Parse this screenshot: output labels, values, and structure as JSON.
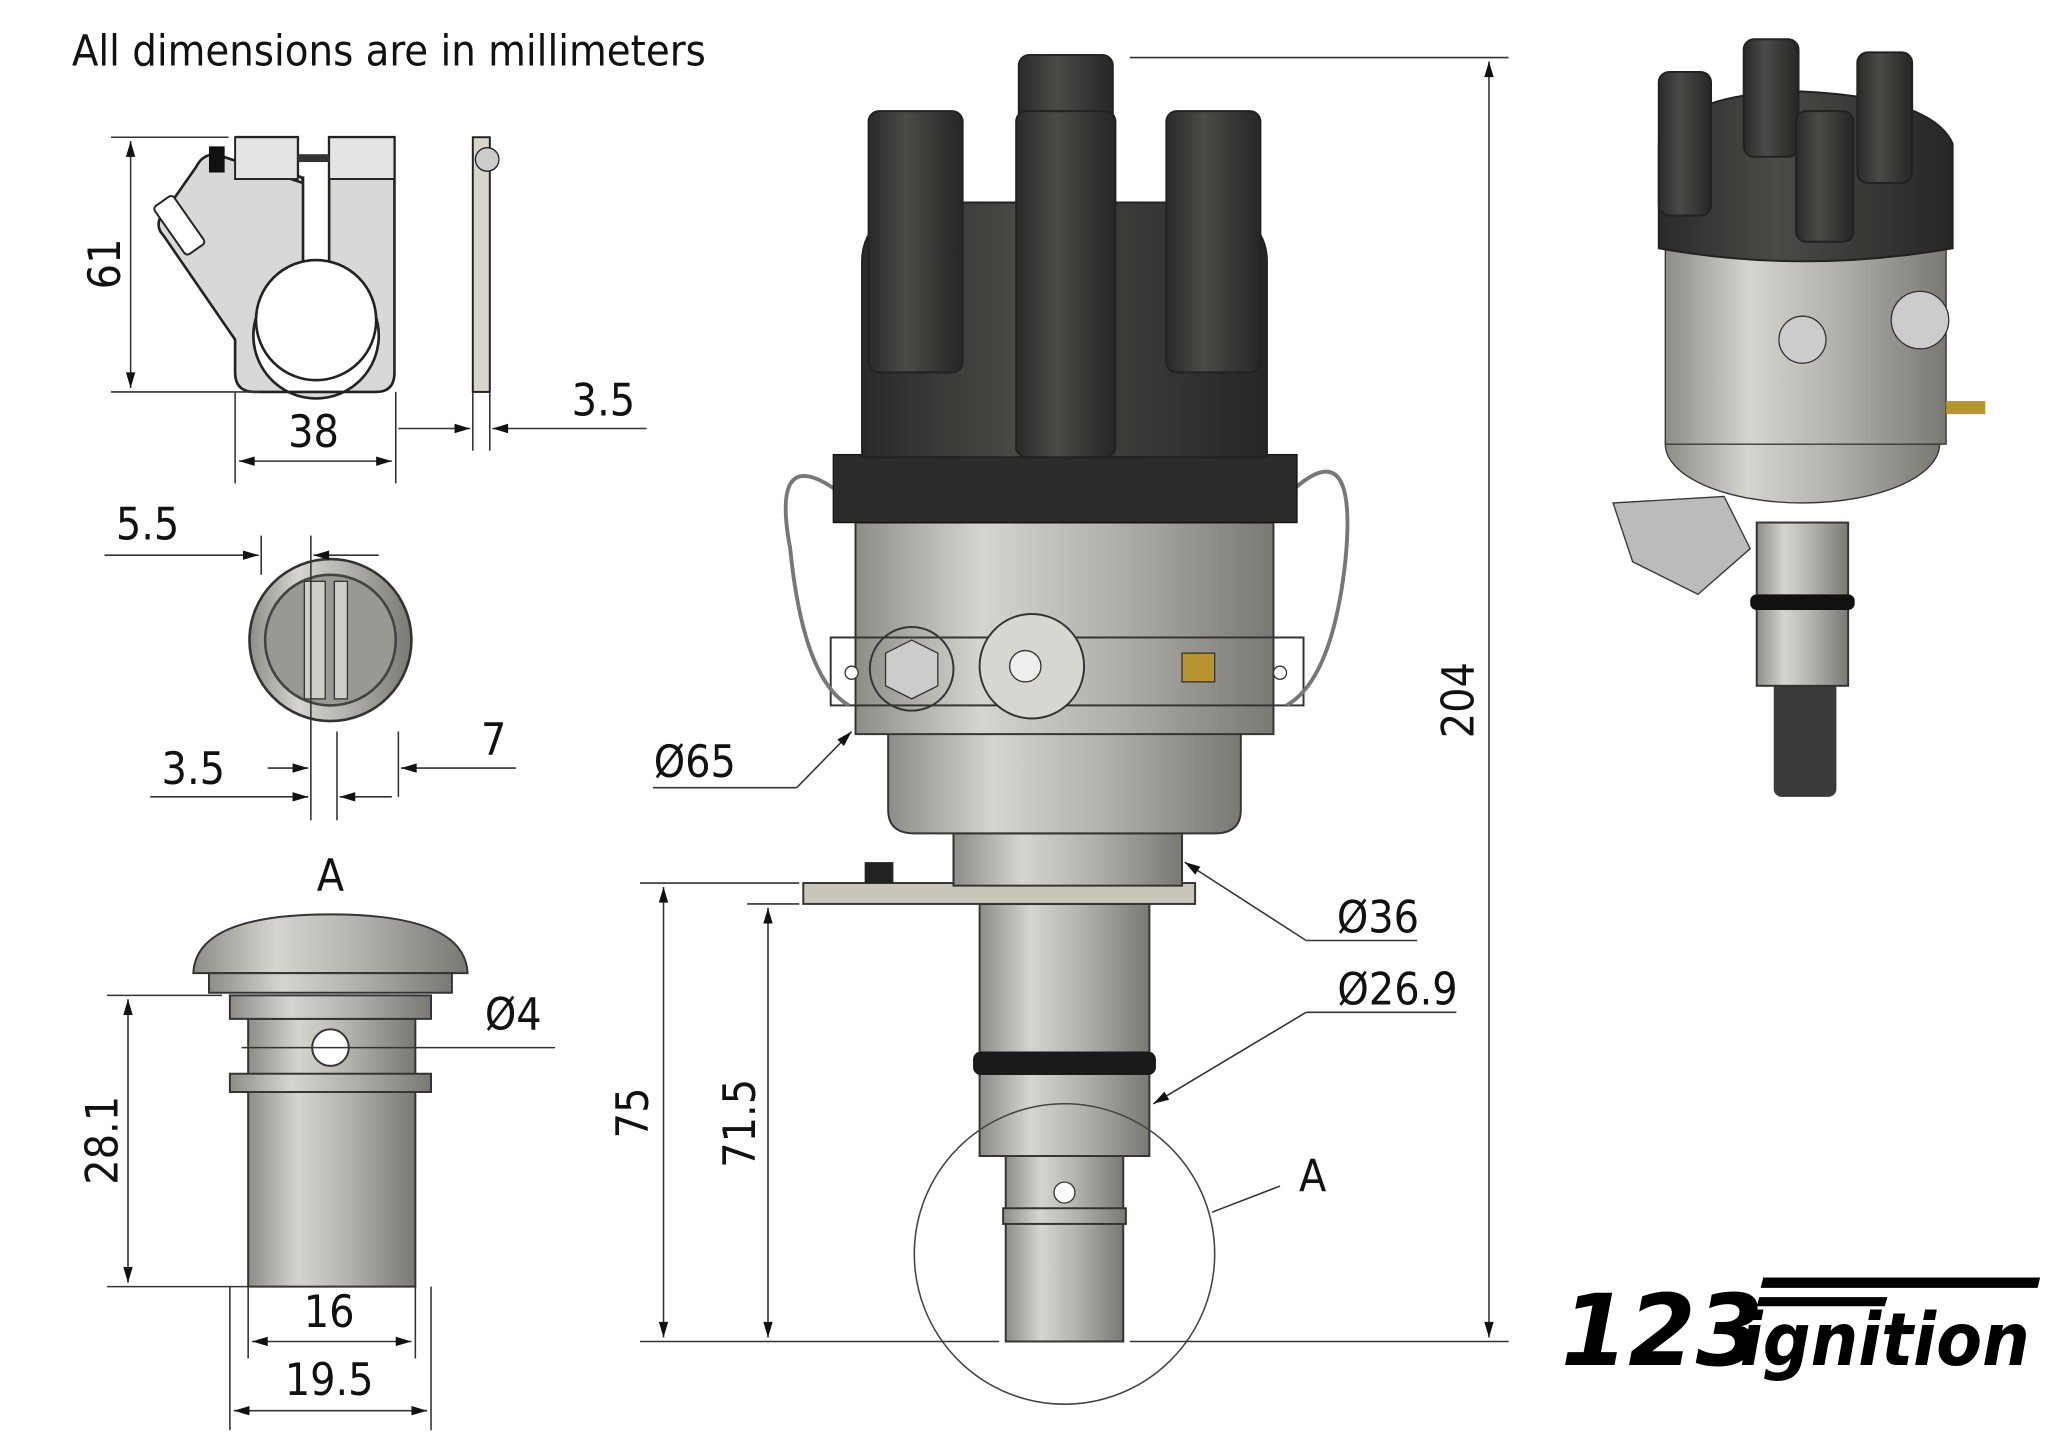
{
  "header": {
    "title": "All dimensions are in millimeters"
  },
  "bracket": {
    "height": "61",
    "width": "38",
    "thickness": "3.5"
  },
  "rotor_cap": {
    "slot_width": "5.5",
    "slot_depth": "3.5",
    "offset": "7"
  },
  "detail_a": {
    "label": "A",
    "hole_diameter": "Ø4",
    "length": "28.1",
    "inner_width": "16",
    "outer_width": "19.5"
  },
  "main_view": {
    "body_diameter": "Ø65",
    "base_diameter": "Ø36",
    "shaft_diameter": "Ø26.9",
    "flange_to_end": "75",
    "shaft_length": "71.5",
    "detail_callout": "A",
    "total_height": "204"
  },
  "logo": {
    "text": "123ignition"
  },
  "colors": {
    "cap": "#3a3a38",
    "metal": "#b8b6b0",
    "text": "#111111"
  }
}
